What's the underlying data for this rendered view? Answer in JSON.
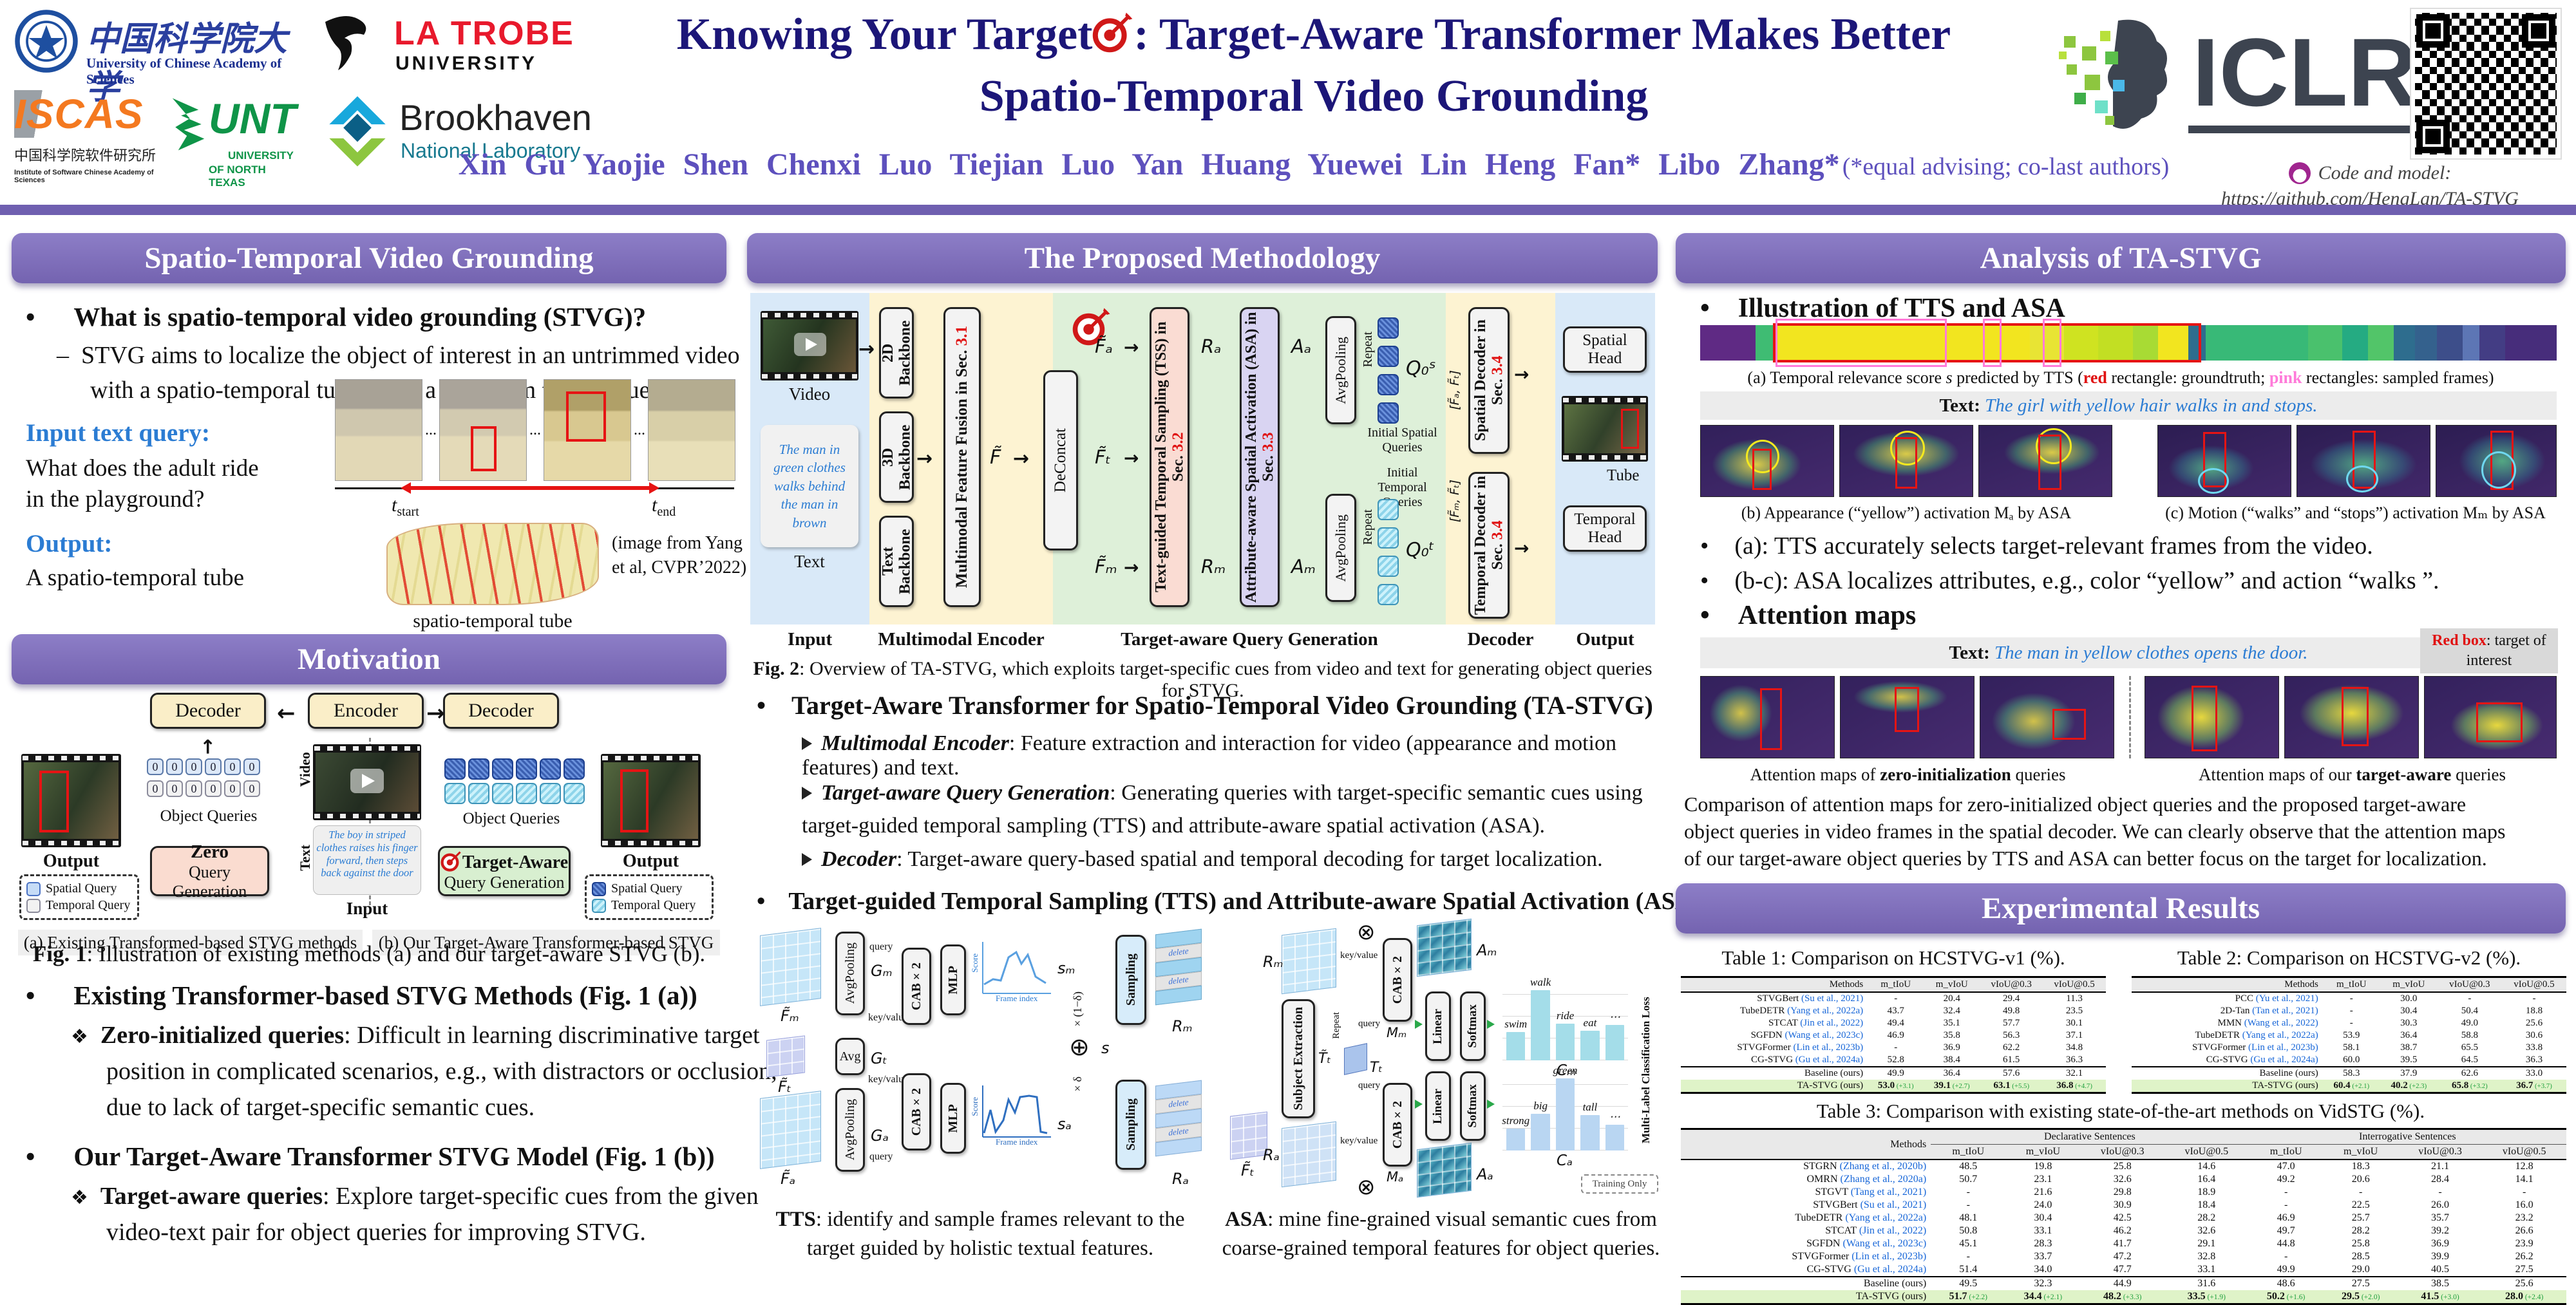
{
  "ui": {
    "bullet": "•",
    "dash": "–",
    "diamond": "❖",
    "dots": "...",
    "cdots": "⋯"
  },
  "header": {
    "title_pre": "Knowing Your Target",
    "title_post": ": Target-Aware Transformer Makes Better",
    "title_line2": "Spatio-Temporal Video Grounding",
    "authors": "Xin Gu  Yaojie Shen  Chenxi Luo  Tiejian Luo  Yan Huang  Yuewei Lin  Heng Fan*  Libo Zhang*",
    "authors_note": "(*equal advising; co-last authors)",
    "iclr": "ICLR",
    "code_label": "Code and model:",
    "code_url": "https://github.com/HengLan/TA-STVG",
    "logos": {
      "ucas_cn": "中国科学院大学",
      "ucas_en": "University of Chinese Academy of Sciences",
      "latrobe": "LA TROBE",
      "latrobe_sub": "UNIVERSITY",
      "iscas": "ISCAS",
      "iscas_cn": "中国科学院软件研究所",
      "iscas_en": "Institute of Software Chinese Academy of Sciences",
      "unt": "UNT",
      "unt_sub1": "UNIVERSITY",
      "unt_sub2": "OF NORTH TEXAS",
      "bnl": "Brookhaven",
      "bnl_sub": "National Laboratory"
    }
  },
  "left": {
    "stvg": {
      "header": "Spatio-Temporal Video Grounding",
      "q": "What is spatio-temporal video grounding (STVG)?",
      "sub1": "STVG aims to localize the object of interest in an untrimmed video",
      "sub2": "with a spatio-temporal tube given a free-form textual query",
      "input_label": "Input text query:",
      "input_line1": "What does the adult ride",
      "input_line2": "in the playground?",
      "output_label": "Output:",
      "output_text": "A spatio-temporal tube",
      "t_sym": "t",
      "t_start": "start",
      "t_end": "end",
      "tube_caption": "spatio-temporal tube",
      "credit1": "(image from Yang",
      "credit2": "et al, CVPR’2022)"
    },
    "motivation_header": "Motivation",
    "fig1": {
      "decoder": "Decoder",
      "encoder": "Encoder",
      "object_queries": "Object Queries",
      "zero1": "Zero",
      "zero2": "Query Generation",
      "ta1": "Target-Aware",
      "ta2": "Query Generation",
      "video": "Video",
      "text": "Text",
      "input": "Input",
      "output": "Output",
      "query_zero": "0",
      "qtext": "The boy in striped clothes raises his finger forward, then steps back against the door",
      "legend_spatial": "Spatial Query",
      "legend_temporal": "Temporal Query",
      "cap_a": "(a) Existing Transformed-based STVG methods",
      "cap_b": "(b) Our Target-Aware Transformer-based STVG",
      "caption_strong": "Fig. 1",
      "caption_rest": ": Illustration of existing methods (a) and our target-aware STVG (b)."
    },
    "existing": {
      "title": "Existing Transformer-based STVG Methods (Fig. 1 (a))",
      "strong": "Zero-initialized queries",
      "line1": ": Difficult in learning discriminative target",
      "line2": "position in complicated scenarios, e.g., with distractors or occlusion,",
      "line3": "due to lack of target-specific semantic cues."
    },
    "ours": {
      "title": "Our Target-Aware Transformer STVG Model (Fig. 1 (b))",
      "strong": "Target-aware queries",
      "line1": ": Explore target-specific cues from the given",
      "line2": "video-text pair for object queries for improving STVG."
    }
  },
  "middle": {
    "header": "The Proposed Methodology",
    "fig2": {
      "video": "Video",
      "text": "Text",
      "qtext": "The man in green clothes walks behind the man in brown",
      "b2d": "2D Backbone",
      "b3d": "3D Backbone",
      "btxt": "Text Backbone",
      "mff": "Multimodal Feature Fusion in Sec.",
      "mff_sec": "3.1",
      "deconcat": "DeConcat",
      "f": "F̃",
      "fa": "F̃ₐ",
      "ft": "F̃ₜ",
      "fm": "F̃ₘ",
      "tss": "Text-guided Temporal Sampling (TSS) in Sec.",
      "tss_sec": "3.2",
      "asa": "Attribute-aware Spatial Activation (ASA) in Sec.",
      "asa_sec": "3.3",
      "ra": "Rₐ",
      "rm": "Rₘ",
      "aa": "Aₐ",
      "am": "Aₘ",
      "avgpooling": "AvgPooling",
      "repeat": "Repeat",
      "qs": "Q₀ˢ",
      "qt": "Q₀ᵗ",
      "init_s": "Initial Spatial Queries",
      "init_t": "Initial Temporal Queries",
      "sdec": "Spatial Decoder in Sec.",
      "sdec_sec": "3.4",
      "tdec": "Temporal Decoder in Sec.",
      "tdec_sec": "3.4",
      "shead": "Spatial Head",
      "thead": "Temporal Head",
      "tube": "Tube",
      "cat_a": "[F̃ₐ, F̃ₜ]",
      "cat_m": "[F̃ₘ, F̃ₜ]",
      "zone_input": "Input",
      "zone_enc": "Multimodal Encoder",
      "zone_qgen": "Target-aware Query Generation",
      "zone_dec": "Decoder",
      "zone_out": "Output",
      "cap_strong": "Fig. 2",
      "cap_rest": ": Overview of TA-STVG, which exploits target-specific cues from video and text for generating object queries for STVG."
    },
    "tastvg": {
      "title": "Target-Aware Transformer for Spatio-Temporal Video Grounding (TA-STVG)",
      "items": [
        {
          "strong": "Multimodal Encoder",
          "rest": ": Feature extraction and interaction for video (appearance and motion features) and text."
        },
        {
          "strong": "Target-aware Query Generation",
          "rest": ": Generating queries with target-specific semantic cues using target-guided temporal sampling (TTS) and attribute-aware spatial activation (ASA)."
        },
        {
          "strong": "Decoder",
          "rest": ": Target-aware query-based spatial and temporal decoding for target localization."
        }
      ]
    },
    "section2_title": "Target-guided Temporal Sampling (TTS) and Attribute-aware Spatial Activation (ASA)",
    "tts": {
      "fm": "F̃ₘ",
      "ft": "F̃ₜ",
      "fa": "F̃ₐ",
      "avgpooling": "AvgPooling",
      "avg": "Avg",
      "gm": "Gₘ",
      "gt": "Gₜ",
      "ga": "Gₐ",
      "query": "query",
      "keyvalue": "key/value",
      "cab": "CAB×2",
      "mlp": "MLP",
      "score": "Score",
      "frame_index": "Frame index",
      "sm": "sₘ",
      "sa": "sₐ",
      "xdelta": "×δ",
      "x1delta": "×(1−δ)",
      "oplus": "⊕",
      "s": "s",
      "sampling": "Sampling",
      "rm": "Rₘ",
      "ra": "Rₐ",
      "del": "delete",
      "caption_strong": "TTS",
      "caption_rest": ": identify and sample frames relevant to the target guided by holistic textual features."
    },
    "asa": {
      "ft": "F̃ₜ",
      "subject": "Subject Extraction",
      "ttilde": "T̃ₜ",
      "repeat": "Repeat",
      "tt": "Tₜ",
      "query": "query",
      "keyvalue": "key/value",
      "rm": "Rₘ",
      "ra": "Rₐ",
      "cab": "CAB×2",
      "linear": "Linear",
      "softmax": "Softmax",
      "mm": "Mₘ",
      "ma": "Mₐ",
      "am": "Aₘ",
      "aa": "Aₐ",
      "cm": "Cₘ",
      "ca": "Cₐ",
      "otimes": "⊗",
      "cm_bars": {
        "categories": [
          "swim",
          "walk",
          "ride",
          "eat",
          "⋯"
        ],
        "values": [
          0.38,
          0.95,
          0.5,
          0.4,
          0.48
        ]
      },
      "ca_bars": {
        "categories": [
          "strong",
          "big",
          "green",
          "tall",
          "⋯"
        ],
        "values": [
          0.3,
          0.5,
          0.97,
          0.48,
          0.35
        ]
      },
      "mlcl": "Multi-Label Classification Loss",
      "training": "Training Only",
      "caption_strong": "ASA",
      "caption_rest": ": mine fine-grained visual semantic cues from coarse-grained temporal features for object queries."
    }
  },
  "right": {
    "analysis": {
      "header": "Analysis of TA-STVG",
      "illus": "Illustration of TTS and ASA",
      "cap_a_pre": "(a) Temporal relevance score ",
      "cap_a_s": "s",
      "cap_a_mid": " predicted by TTS (",
      "cap_a_red": "red",
      "cap_a_mid2": " rectangle: groundtruth; ",
      "cap_a_pink": "pink",
      "cap_a_post": " rectangles: sampled frames)",
      "text_label": "Text:",
      "text1": "The girl with yellow hair walks in and stops.",
      "cap_b": "(b) Appearance (“yellow”) activation Mₐ by ASA",
      "cap_c": "(c) Motion (“walks” and “stops”) activation Mₘ by ASA",
      "bullet_a": "(a): TTS accurately selects target-relevant frames from the video.",
      "bullet_bc": "(b-c): ASA localizes attributes, e.g., color “yellow” and action “walks ”.",
      "attn": "Attention maps",
      "text2": "The man in yellow clothes opens the door.",
      "redbox_strong": "Red box",
      "redbox_rest": ": target of interest",
      "cap_zero_pre": "Attention maps of ",
      "cap_zero_b": "zero-initialization",
      "cap_zero_post": " queries",
      "cap_ta_pre": "Attention maps of our ",
      "cap_ta_b": "target-aware",
      "cap_ta_post": " queries",
      "para1": "Comparison of attention maps for zero-initialized object queries and the proposed target-aware",
      "para2": "object queries in video frames in the spatial decoder. We can clearly observe that the attention maps",
      "para3": "of our target-aware object queries by TTS and ASA can better focus on the target for localization.",
      "score_segments": [
        {
          "c": "#5f2a84",
          "w": 6.5
        },
        {
          "c": "#3fbc73",
          "w": 2
        },
        {
          "c": "#f2e51f",
          "w": 30
        },
        {
          "c": "#e8e434",
          "w": 4
        },
        {
          "c": "#cfe321",
          "w": 4
        },
        {
          "c": "#c2df23",
          "w": 4
        },
        {
          "c": "#a8db34",
          "w": 3
        },
        {
          "c": "#f2e51f",
          "w": 3.5
        },
        {
          "c": "#2e6d8e",
          "w": 2
        },
        {
          "c": "#38b977",
          "w": 12
        },
        {
          "c": "#4ac16d",
          "w": 4
        },
        {
          "c": "#25ab82",
          "w": 3
        },
        {
          "c": "#52c569",
          "w": 3
        },
        {
          "c": "#2e6d8e",
          "w": 2.5
        },
        {
          "c": "#34618d",
          "w": 2.5
        },
        {
          "c": "#3d4e8a",
          "w": 3
        },
        {
          "c": "#5d76b5",
          "w": 2
        },
        {
          "c": "#433d84",
          "w": 3
        },
        {
          "c": "#472d7b",
          "w": 6
        }
      ]
    },
    "results": {
      "header": "Experimental Results",
      "table1": {
        "title": "Table 1: Comparison on HCSTVG-v1 (%).",
        "columns": [
          "Methods",
          "m_tIoU",
          "m_vIoU",
          "vIoU@0.3",
          "vIoU@0.5"
        ],
        "rows": [
          {
            "m": "STVGBert",
            "cite": "(Su et al., 2021)",
            "v": [
              "-",
              "20.4",
              "29.4",
              "11.3"
            ]
          },
          {
            "m": "TubeDETR",
            "cite": "(Yang et al., 2022a)",
            "v": [
              "43.7",
              "32.4",
              "49.8",
              "23.5"
            ]
          },
          {
            "m": "STCAT",
            "cite": "(Jin et al., 2022)",
            "v": [
              "49.4",
              "35.1",
              "57.7",
              "30.1"
            ]
          },
          {
            "m": "SGFDN",
            "cite": "(Wang et al., 2023c)",
            "v": [
              "46.9",
              "35.8",
              "56.3",
              "37.1"
            ]
          },
          {
            "m": "STVGFormer",
            "cite": "(Lin et al., 2023b)",
            "v": [
              "-",
              "36.9",
              "62.2",
              "34.8"
            ]
          },
          {
            "m": "CG-STVG",
            "cite": "(Gu et al., 2024a)",
            "v": [
              "52.8",
              "38.4",
              "61.5",
              "36.3"
            ]
          },
          {
            "m": "Baseline (ours)",
            "sep": true,
            "v": [
              "49.9",
              "36.4",
              "57.6",
              "32.1"
            ]
          },
          {
            "m": "TA-STVG (ours)",
            "hl": true,
            "v": [
              "53.0|+3.1",
              "39.1|+2.7",
              "63.1|+5.5",
              "36.8|+4.7"
            ]
          }
        ]
      },
      "table2": {
        "title": "Table 2: Comparison on HCSTVG-v2 (%).",
        "columns": [
          "Methods",
          "m_tIoU",
          "m_vIoU",
          "vIoU@0.3",
          "vIoU@0.5"
        ],
        "rows": [
          {
            "m": "PCC",
            "cite": "(Yu et al., 2021)",
            "v": [
              "-",
              "30.0",
              "-",
              "-"
            ]
          },
          {
            "m": "2D-Tan",
            "cite": "(Tan et al., 2021)",
            "v": [
              "-",
              "30.4",
              "50.4",
              "18.8"
            ]
          },
          {
            "m": "MMN",
            "cite": "(Wang et al., 2022)",
            "v": [
              "-",
              "30.3",
              "49.0",
              "25.6"
            ]
          },
          {
            "m": "TubeDETR",
            "cite": "(Yang et al., 2022a)",
            "v": [
              "53.9",
              "36.4",
              "58.8",
              "30.6"
            ]
          },
          {
            "m": "STVGFormer",
            "cite": "(Lin et al., 2023b)",
            "v": [
              "58.1",
              "38.7",
              "65.5",
              "33.8"
            ]
          },
          {
            "m": "CG-STVG",
            "cite": "(Gu et al., 2024a)",
            "v": [
              "60.0",
              "39.5",
              "64.5",
              "36.3"
            ]
          },
          {
            "m": "Baseline (ours)",
            "sep": true,
            "v": [
              "58.3",
              "37.9",
              "62.6",
              "33.0"
            ]
          },
          {
            "m": "TA-STVG (ours)",
            "hl": true,
            "v": [
              "60.4|+2.1",
              "40.2|+2.3",
              "65.8|+3.2",
              "36.7|+3.7"
            ]
          }
        ]
      },
      "table3": {
        "title": "Table 3: Comparison with existing state-of-the-art methods on VidSTG (%).",
        "groups": [
          {
            "label": "Declarative Sentences",
            "span": 4
          },
          {
            "label": "Interrogative Sentences",
            "span": 4
          }
        ],
        "columns": [
          "Methods",
          "m_tIoU",
          "m_vIoU",
          "vIoU@0.3",
          "vIoU@0.5",
          "m_tIoU",
          "m_vIoU",
          "vIoU@0.3",
          "vIoU@0.5"
        ],
        "rows": [
          {
            "m": "STGRN",
            "cite": "(Zhang et al., 2020b)",
            "v": [
              "48.5",
              "19.8",
              "25.8",
              "14.6",
              "47.0",
              "18.3",
              "21.1",
              "12.8"
            ]
          },
          {
            "m": "OMRN",
            "cite": "(Zhang et al., 2020a)",
            "v": [
              "50.7",
              "23.1",
              "32.6",
              "16.4",
              "49.2",
              "20.6",
              "28.4",
              "14.1"
            ]
          },
          {
            "m": "STGVT",
            "cite": "(Tang et al., 2021)",
            "v": [
              "-",
              "21.6",
              "29.8",
              "18.9",
              "-",
              "-",
              "-",
              "-"
            ]
          },
          {
            "m": "STVGBert",
            "cite": "(Su et al., 2021)",
            "v": [
              "-",
              "24.0",
              "30.9",
              "18.4",
              "-",
              "22.5",
              "26.0",
              "16.0"
            ]
          },
          {
            "m": "TubeDETR",
            "cite": "(Yang et al., 2022a)",
            "v": [
              "48.1",
              "30.4",
              "42.5",
              "28.2",
              "46.9",
              "25.7",
              "35.7",
              "23.2"
            ]
          },
          {
            "m": "STCAT",
            "cite": "(Jin et al., 2022)",
            "v": [
              "50.8",
              "33.1",
              "46.2",
              "32.6",
              "49.7",
              "28.2",
              "39.2",
              "26.6"
            ]
          },
          {
            "m": "SGFDN",
            "cite": "(Wang et al., 2023c)",
            "v": [
              "45.1",
              "28.3",
              "41.7",
              "29.1",
              "44.8",
              "25.8",
              "36.9",
              "23.9"
            ]
          },
          {
            "m": "STVGFormer",
            "cite": "(Lin et al., 2023b)",
            "v": [
              "-",
              "33.7",
              "47.2",
              "32.8",
              "-",
              "28.5",
              "39.9",
              "26.2"
            ]
          },
          {
            "m": "CG-STVG",
            "cite": "(Gu et al., 2024a)",
            "v": [
              "51.4",
              "34.0",
              "47.7",
              "33.1",
              "49.9",
              "29.0",
              "40.5",
              "27.5"
            ]
          },
          {
            "m": "Baseline (ours)",
            "sep": true,
            "v": [
              "49.5",
              "32.3",
              "44.9",
              "31.6",
              "48.6",
              "27.5",
              "38.5",
              "25.6"
            ]
          },
          {
            "m": "TA-STVG (ours)",
            "hl": true,
            "v": [
              "51.7|+2.2",
              "34.4|+2.1",
              "48.2|+3.3",
              "33.5|+1.9",
              "50.2|+1.6",
              "29.5|+2.0",
              "41.5|+3.0",
              "28.0|+2.4"
            ]
          }
        ]
      }
    }
  }
}
